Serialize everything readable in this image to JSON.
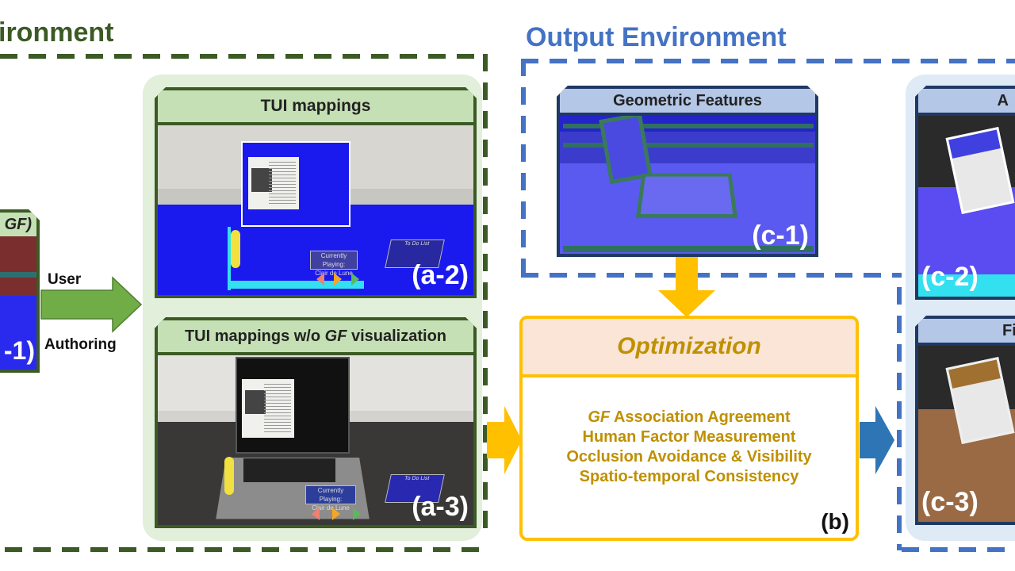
{
  "titles": {
    "input_environment": "ironment",
    "output_environment": "Output Environment"
  },
  "left_panel": {
    "header_partial": "GF)",
    "tag_partial": "-1)"
  },
  "authoring_arrow": {
    "label_top": "User",
    "label_bottom": "Authoring"
  },
  "panel_a2": {
    "header": "TUI mappings",
    "tag": "(a-2)",
    "now_playing_line1": "Currently Playing:",
    "now_playing_line2": "Clair de Lune",
    "todo_title": "To Do List"
  },
  "panel_a3": {
    "header_prefix": "TUI mappings w/o ",
    "header_italic": "GF",
    "header_suffix": " visualization",
    "tag": "(a-3)",
    "now_playing_line1": "Currently Playing:",
    "now_playing_line2": "Clair de Lune",
    "todo_title": "To Do List"
  },
  "panel_c1": {
    "header": "Geometric Features",
    "tag": "(c-1)"
  },
  "panel_c2": {
    "header_partial": "A",
    "tag": "(c-2)"
  },
  "panel_c3": {
    "header_partial": "Fin",
    "tag": "(c-3)"
  },
  "optimization": {
    "title": "Optimization",
    "items": [
      {
        "italic_prefix": "GF",
        "text": " Association Agreement"
      },
      {
        "italic_prefix": "",
        "text": "Human Factor Measurement"
      },
      {
        "italic_prefix": "",
        "text": "Occlusion Avoidance & Visibility"
      },
      {
        "italic_prefix": "",
        "text": "Spatio-temporal Consistency"
      }
    ],
    "tag": "(b)"
  },
  "colors": {
    "input_green": "#3b5a24",
    "output_blue": "#4472c4",
    "optimization_gold": "#ffc000",
    "optimization_text": "#bf9000",
    "arrow_green": "#70ad47",
    "arrow_blue": "#2e75b6"
  }
}
